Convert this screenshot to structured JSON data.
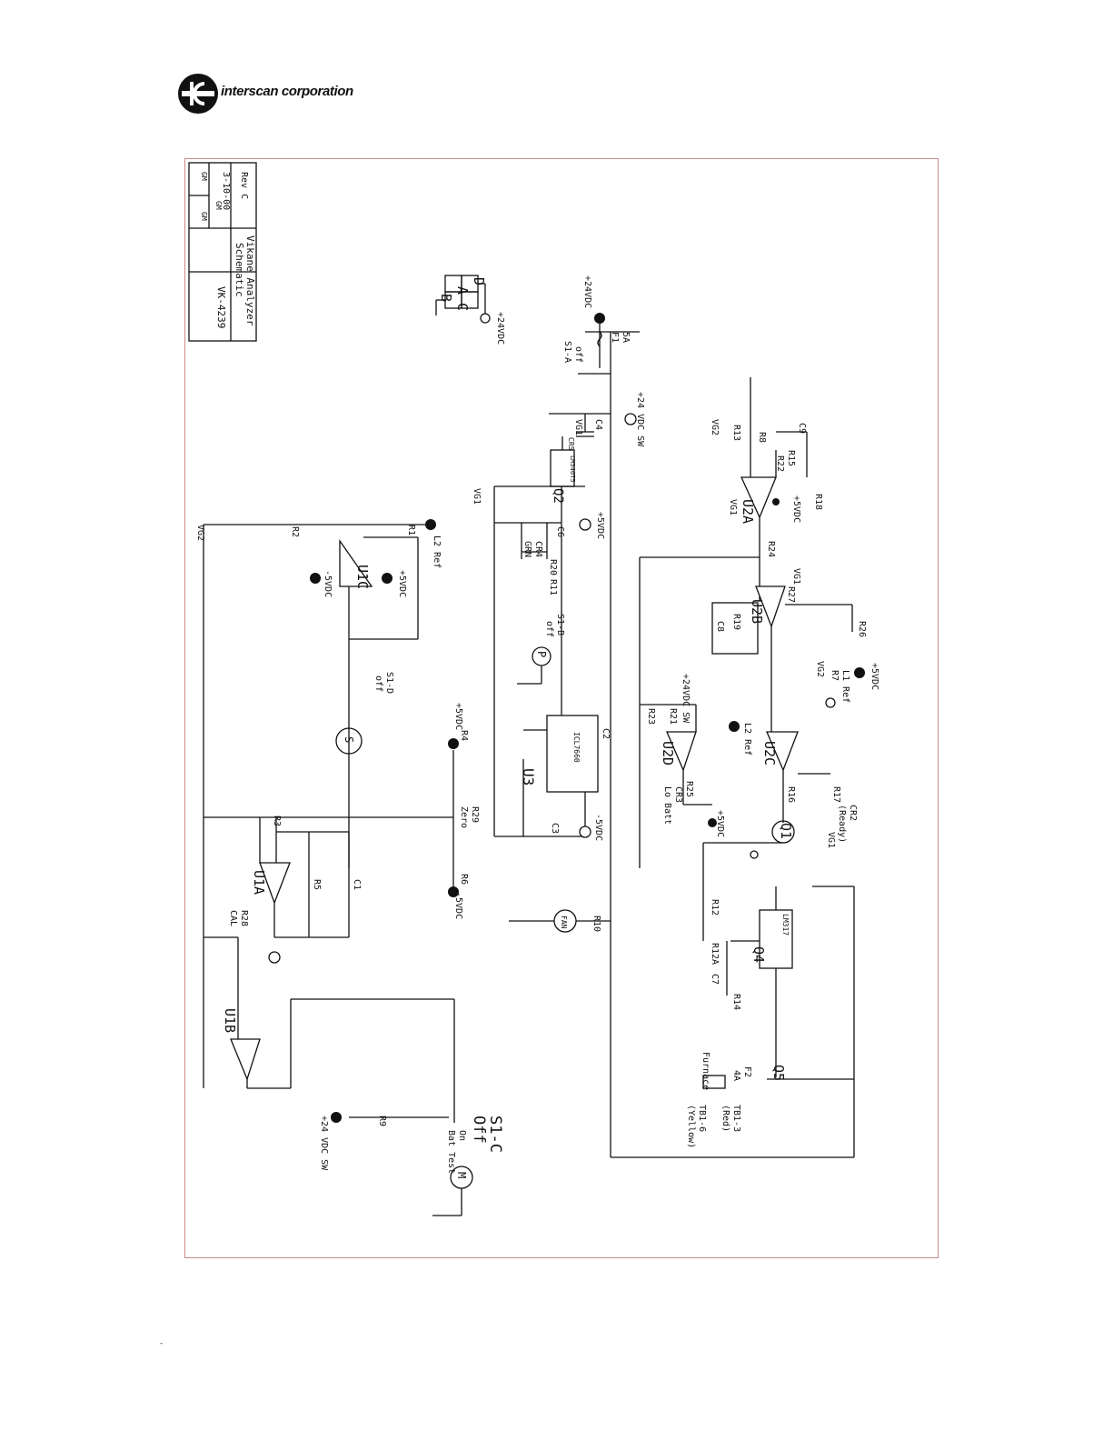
{
  "header": {
    "company": "interscan corporation"
  },
  "title_block": {
    "rev": "Rev C",
    "date": "3-10-00",
    "title_line1": "Vikane Analyzer",
    "title_line2": "Schematic",
    "drawing_number": "VK-4239",
    "drawn_by": "GM",
    "checked_by": "GM",
    "approved_by": "GM"
  },
  "connector": {
    "pins": [
      "A",
      "D",
      "B",
      "C"
    ],
    "supply": "+24VDC"
  },
  "labels": {
    "plus24": "+24VDC",
    "f1": "F1",
    "f1_rating": "5A",
    "s1a": "S1-A",
    "s1a_state": "off",
    "plus24_sw": "+24 VDC SW",
    "plus24_sw2": "+24VDC SW",
    "c4": "C4",
    "vg1": "VG1",
    "vg2": "VG2",
    "cr5": "CR5",
    "q2": "Q2",
    "lm340": "LM340T5",
    "plus5": "+5VDC",
    "minus5": "-5VDC",
    "c6": "C6",
    "cr4": "CR4",
    "grn": "GRN",
    "r20": "R20",
    "r11": "R11",
    "s1b": "S1-B",
    "s1b_state": "off",
    "pump": "P",
    "u3": "U3",
    "icl7660": "ICL7660",
    "c2": "C2",
    "c3": "C3",
    "r4": "R4",
    "r6": "R6",
    "r29": "R29",
    "r29_name": "Zero",
    "r28": "R28",
    "r28_name": "CAL",
    "fan": "FAN",
    "r10": "R10",
    "u1a": "U1A",
    "u1b": "U1B",
    "u1c": "U1C",
    "u2a": "U2A",
    "u2b": "U2B",
    "u2c": "U2C",
    "u2d": "U2D",
    "r1": "R1",
    "r2": "R2",
    "r3": "R3",
    "r5": "R5",
    "r9": "R9",
    "c1": "C1",
    "l2_ref": "L2 Ref",
    "l2_ref2": "L2 Ref",
    "l1_ref": "L1 Ref",
    "s1d": "S1-D",
    "s1d_state": "off",
    "s1c": "S1-C",
    "s1c_state": "Off",
    "s1c_on": "On",
    "s1c_bat": "Bat Test",
    "sensor": "S",
    "motor": "M",
    "r8": "R8",
    "r13": "R13",
    "r15": "R15",
    "r18": "R18",
    "r19": "R19",
    "r22": "R22",
    "c9": "C9",
    "r24": "R24",
    "r26": "R26",
    "r27": "R27",
    "c8": "C8",
    "r7": "R7",
    "r21": "R21",
    "r23": "R23",
    "r25": "R25",
    "cr3": "CR3",
    "cr3_name": "Lo Batt",
    "cr2": "CR2",
    "cr2_name": "(Ready)",
    "r16": "R16",
    "r17": "R17",
    "q1": "Q1",
    "q4": "Q4",
    "lm317": "LM317",
    "q5": "Q5",
    "r12": "R12",
    "r12a": "R12A",
    "r14": "R14",
    "c7": "C7",
    "f2": "F2",
    "f2_rating": "4A",
    "furnace": "Furnace",
    "tb1_3": "TB1-3",
    "tb1_3_color": "(Red)",
    "tb1_6": "TB1-6",
    "tb1_6_color": "(Yellow)"
  },
  "footer_mark": "-"
}
